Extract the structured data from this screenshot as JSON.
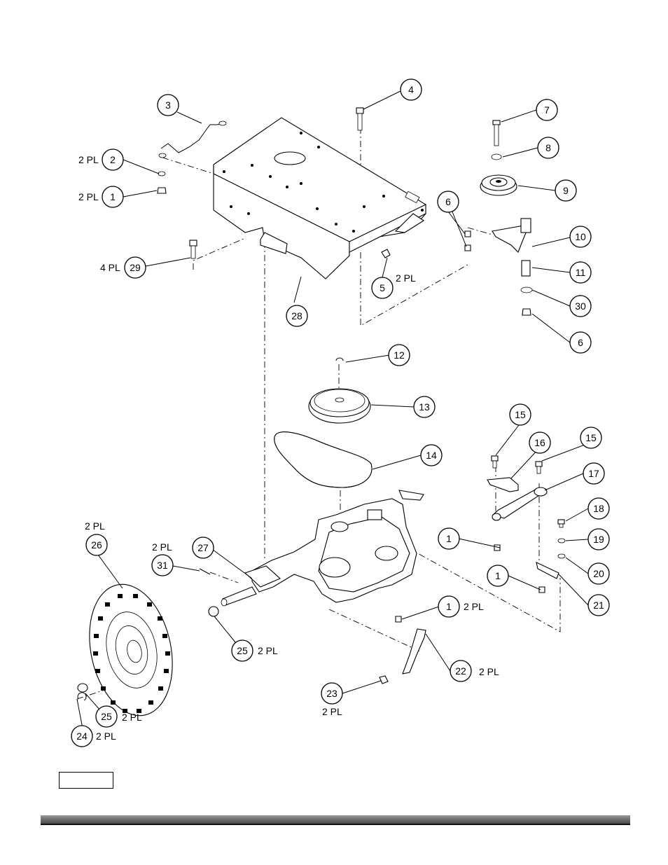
{
  "callouts": [
    {
      "n": "1"
    },
    {
      "n": "1"
    },
    {
      "n": "1"
    },
    {
      "n": "1"
    },
    {
      "n": "2"
    },
    {
      "n": "3"
    },
    {
      "n": "4"
    },
    {
      "n": "5"
    },
    {
      "n": "6"
    },
    {
      "n": "6"
    },
    {
      "n": "7"
    },
    {
      "n": "8"
    },
    {
      "n": "9"
    },
    {
      "n": "10"
    },
    {
      "n": "11"
    },
    {
      "n": "12"
    },
    {
      "n": "13"
    },
    {
      "n": "14"
    },
    {
      "n": "15"
    },
    {
      "n": "15"
    },
    {
      "n": "16"
    },
    {
      "n": "17"
    },
    {
      "n": "18"
    },
    {
      "n": "19"
    },
    {
      "n": "20"
    },
    {
      "n": "21"
    },
    {
      "n": "22"
    },
    {
      "n": "23"
    },
    {
      "n": "24"
    },
    {
      "n": "25"
    },
    {
      "n": "25"
    },
    {
      "n": "26"
    },
    {
      "n": "27"
    },
    {
      "n": "28"
    },
    {
      "n": "29"
    },
    {
      "n": "30"
    },
    {
      "n": "31"
    }
  ],
  "quantities": [
    {
      "t": "2 PL"
    },
    {
      "t": "2 PL"
    },
    {
      "t": "4 PL"
    },
    {
      "t": "2 PL"
    },
    {
      "t": "2 PL"
    },
    {
      "t": "2 PL"
    },
    {
      "t": "2 PL"
    },
    {
      "t": "2 PL"
    },
    {
      "t": "2 PL"
    },
    {
      "t": "2 PL"
    },
    {
      "t": "2 PL"
    },
    {
      "t": "2 PL"
    }
  ]
}
